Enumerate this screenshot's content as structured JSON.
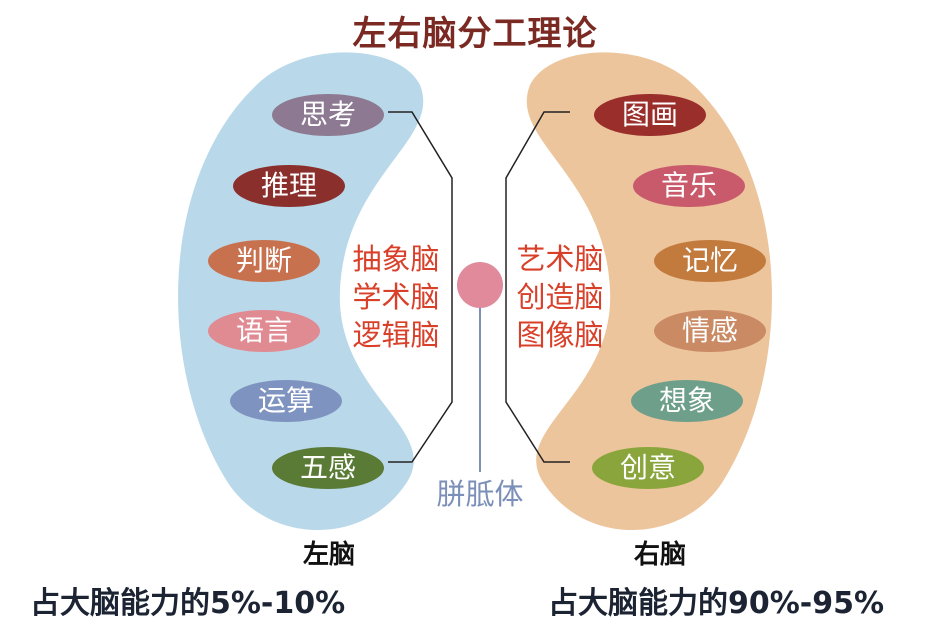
{
  "title": "左右脑分工理论",
  "left_brain": {
    "label": "左脑",
    "color": "#b9d9ea",
    "functions": [
      {
        "text": "思考",
        "color": "#8d7a92"
      },
      {
        "text": "推理",
        "color": "#8a2f2c"
      },
      {
        "text": "判断",
        "color": "#c8714f"
      },
      {
        "text": "语言",
        "color": "#e08a92"
      },
      {
        "text": "运算",
        "color": "#7f93c0"
      },
      {
        "text": "五感",
        "color": "#5a7b35"
      }
    ],
    "types": [
      "抽象脑",
      "学术脑",
      "逻辑脑"
    ],
    "capacity": "占大脑能力的5%-10%"
  },
  "right_brain": {
    "label": "右脑",
    "color": "#ecc59d",
    "functions": [
      {
        "text": "图画",
        "color": "#9a2e2a"
      },
      {
        "text": "音乐",
        "color": "#c95a6b"
      },
      {
        "text": "记忆",
        "color": "#c27b3d"
      },
      {
        "text": "情感",
        "color": "#c98a64"
      },
      {
        "text": "想象",
        "color": "#6e9f8a"
      },
      {
        "text": "创意",
        "color": "#8aa53c"
      }
    ],
    "types": [
      "艺术脑",
      "创造脑",
      "图像脑"
    ],
    "capacity": "占大脑能力的90%-95%"
  },
  "corpus": {
    "label": "胼胝体",
    "color": "#e08a9c"
  }
}
